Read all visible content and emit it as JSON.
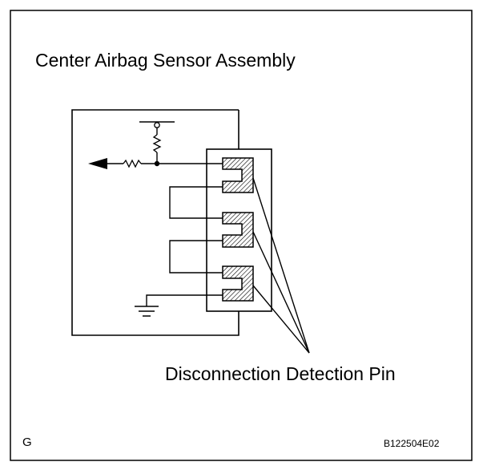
{
  "figure": {
    "title": "Center Airbag Sensor Assembly",
    "callout_label": "Disconnection Detection Pin",
    "corner_letter": "G",
    "figure_code": "B122504E02"
  },
  "colors": {
    "line": "#000000",
    "background": "#ffffff"
  },
  "icons": [
    "arrow-left-icon",
    "resistor-icon",
    "ground-symbol-icon",
    "terminal-icon"
  ]
}
